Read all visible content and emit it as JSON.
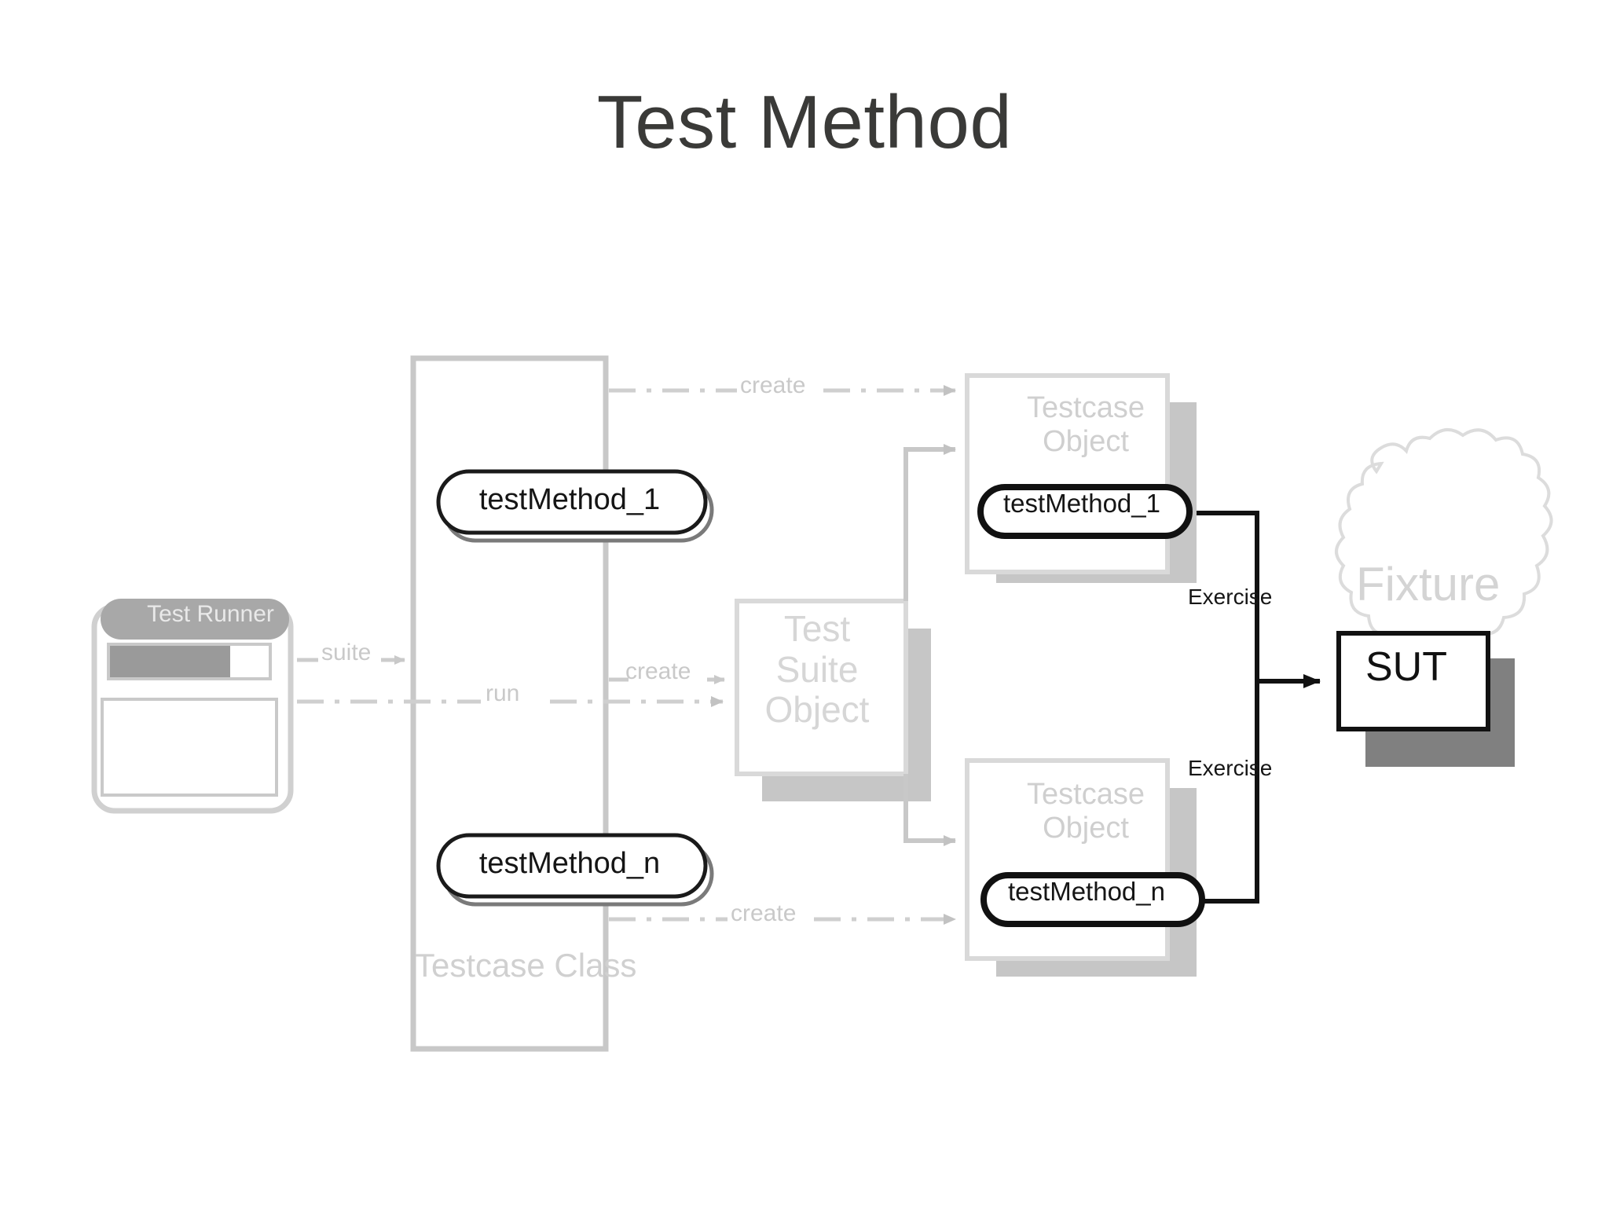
{
  "slide": {
    "title": "Test Method",
    "title_color": "#3a3a38",
    "background": "#ffffff"
  },
  "diagram": {
    "type": "uml-collaboration",
    "nodes": {
      "test_runner": {
        "label": "Test Runner",
        "kind": "application-window",
        "title_bar_color": "#a8a8a8",
        "progress_percent": 75
      },
      "testcase_class": {
        "label": "Testcase Class",
        "kind": "class-box",
        "border_color": "#c8c8c8",
        "methods": [
          {
            "name": "testMethod_1"
          },
          {
            "name": "testMethod_n"
          }
        ]
      },
      "test_suite_object": {
        "label": "Test Suite Object",
        "label_lines": [
          "Test",
          "Suite",
          "Object"
        ],
        "kind": "object-box",
        "shadow_color": "#c6c6c6"
      },
      "testcase_object_1": {
        "label": "Testcase Object",
        "label_lines": [
          "Testcase",
          "Object"
        ],
        "kind": "object-box",
        "method": "testMethod_1",
        "shadow_color": "#c6c6c6"
      },
      "testcase_object_n": {
        "label": "Testcase Object",
        "label_lines": [
          "Testcase",
          "Object"
        ],
        "kind": "object-box",
        "method": "testMethod_n",
        "shadow_color": "#c6c6c6"
      },
      "fixture": {
        "label": "Fixture",
        "kind": "cloud",
        "outline_color": "#d8d8d8"
      },
      "sut": {
        "label": "SUT",
        "kind": "box",
        "border_color": "#111111",
        "shadow_color": "#808080"
      }
    },
    "edges": [
      {
        "id": "suite",
        "label": "suite",
        "style": "dashed-gray",
        "from": "test_runner",
        "to": "testcase_class"
      },
      {
        "id": "run",
        "label": "run",
        "style": "dashdot-gray",
        "from": "test_runner",
        "to": "test_suite_object"
      },
      {
        "id": "create-mid",
        "label": "create",
        "style": "dashed-gray",
        "from": "testcase_class",
        "to": "test_suite_object"
      },
      {
        "id": "create-top",
        "label": "create",
        "style": "dashdot-gray",
        "from": "testcase_class",
        "to": "testcase_object_1"
      },
      {
        "id": "create-bot",
        "label": "create",
        "style": "dashdot-gray",
        "from": "testcase_class",
        "to": "testcase_object_n"
      },
      {
        "id": "contains-1",
        "label": "",
        "style": "solid-gray",
        "from": "test_suite_object",
        "to": "testcase_object_1"
      },
      {
        "id": "contains-n",
        "label": "",
        "style": "solid-gray",
        "from": "test_suite_object",
        "to": "testcase_object_n"
      },
      {
        "id": "exercise-1",
        "label": "Exercise",
        "style": "solid-black",
        "from": "testcase_object_1",
        "to": "sut"
      },
      {
        "id": "exercise-n",
        "label": "Exercise",
        "style": "solid-black",
        "from": "testcase_object_n",
        "to": "sut"
      }
    ]
  },
  "colors": {
    "faint_gray": "#d0d0d0",
    "mid_gray": "#bdbdbd",
    "line_gray": "#c8c8c8",
    "black": "#111111",
    "shadow_light": "#c6c6c6",
    "shadow_dark": "#808080"
  }
}
